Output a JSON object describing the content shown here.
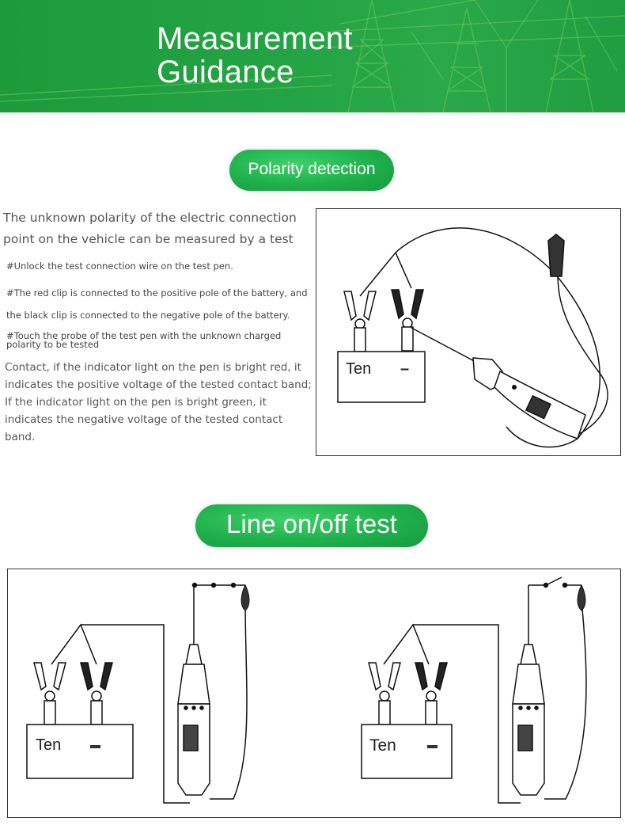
{
  "banner": {
    "title_line1": "Measurement",
    "title_line2": "Guidance",
    "colors": {
      "banner_green": "#23a444",
      "pill_green": "#1fb04c"
    }
  },
  "section1": {
    "heading": "Polarity detection",
    "lead_text": "The unknown polarity of the electric connection point on the vehicle can be measured by a test pen.",
    "steps": [
      "#Unlock the test connection wire on the test pen.",
      "#The red clip is connected to the positive pole of the battery, and",
      "the black clip is connected to the negative pole of the battery.",
      "#Touch the probe of the test pen with the unknown charged polarity to be tested"
    ],
    "body_text": "Contact, if the indicator light on the pen is bright red, it indicates the positive voltage of the tested contact band; If the indicator light on the pen is bright green, it indicates the negative voltage of the tested contact band.",
    "figure": {
      "battery_label": "Ten",
      "battery_mark": "–"
    }
  },
  "section2": {
    "heading": "Line on/off test",
    "figure_left": {
      "battery_label": "Ten"
    },
    "figure_right": {
      "battery_label": "Ten"
    }
  }
}
